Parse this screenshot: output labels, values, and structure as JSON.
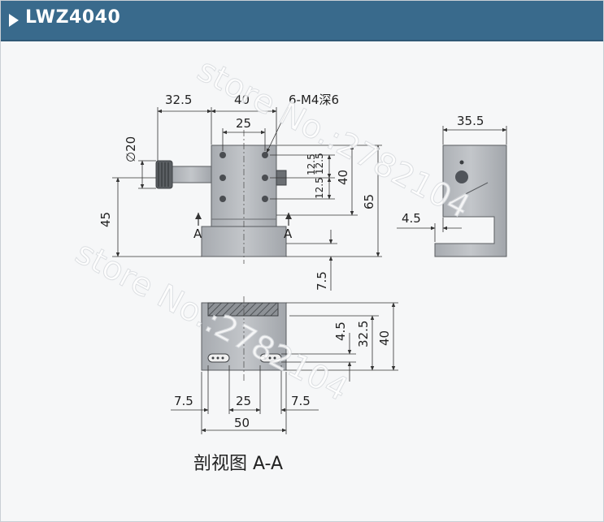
{
  "header": {
    "title": "LWZ4040",
    "arrow_icon": "play-triangle-icon",
    "bg_color": "#396a8c"
  },
  "front_view": {
    "dim_32_5": "32.5",
    "dim_40": "40",
    "dim_25": "25",
    "thread_note": "6-M4深6",
    "dia_20": "∅20",
    "dim_12_5_a": "12.5",
    "dim_12_5_b": "12.5",
    "dim_12_5_c": "12.5",
    "dim_40_v": "40",
    "dim_65": "65",
    "dim_45": "45",
    "dim_7_5": "7.5",
    "section_left": "A",
    "section_right": "A"
  },
  "side_view": {
    "dim_35_5": "35.5",
    "dim_4_5": "4.5"
  },
  "section_view": {
    "dim_4_5": "4.5",
    "dim_32_5": "32.5",
    "dim_40": "40",
    "dim_7_5_left": "7.5",
    "dim_25": "25",
    "dim_7_5_right": "7.5",
    "dim_50": "50",
    "caption": "剖视图 A-A"
  },
  "watermark": {
    "line1": "store No.:2782104",
    "line2": "store No.:2782104"
  },
  "colors": {
    "body_fill": "#b9bcc0",
    "body_stroke": "#5a5d61",
    "dim_line": "#333333"
  }
}
